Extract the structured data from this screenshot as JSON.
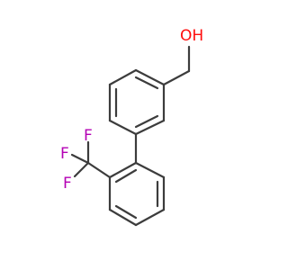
{
  "molecule": {
    "atoms": {
      "oh": {
        "text": "OH",
        "color": "#ff0d0d"
      },
      "f1": {
        "text": "F",
        "color": "#b400b4"
      },
      "f2": {
        "text": "F",
        "color": "#b400b4"
      },
      "f3": {
        "text": "F",
        "color": "#b400b4"
      }
    },
    "bond_color": "#3c3c3c"
  }
}
